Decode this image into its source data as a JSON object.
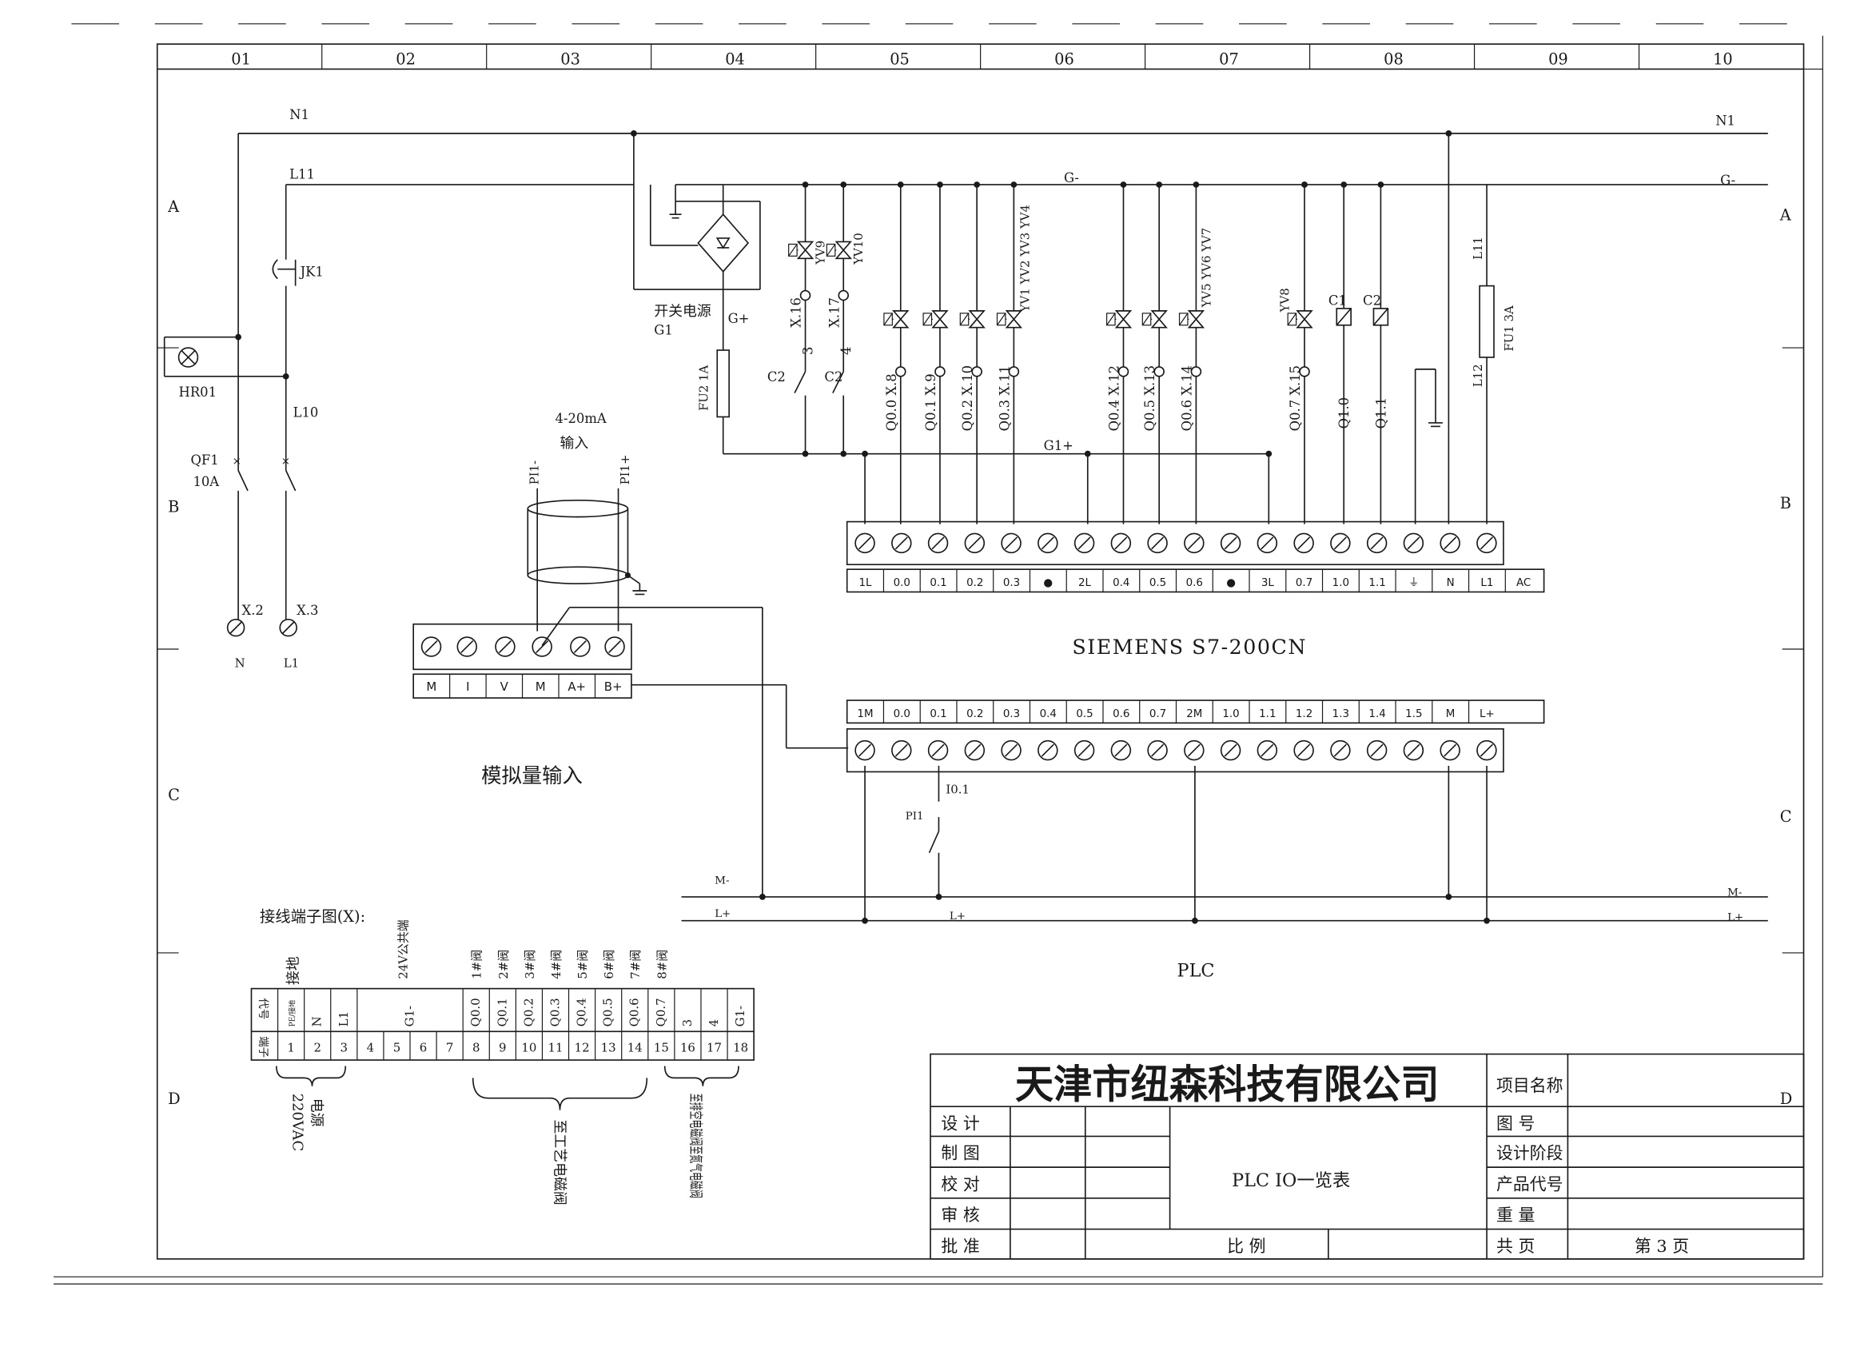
{
  "grid": {
    "columns": [
      "01",
      "02",
      "03",
      "04",
      "05",
      "06",
      "07",
      "08",
      "09",
      "10"
    ],
    "rows": [
      "A",
      "B",
      "C",
      "D"
    ]
  },
  "bus": {
    "n1": "N1",
    "l11": "L11",
    "g_minus": "G-",
    "g1_plus": "G1+",
    "m_minus": "M-",
    "l_plus": "L+"
  },
  "left": {
    "jk1": "JK1",
    "hr01": "HR01",
    "l10": "L10",
    "qf1": "QF1",
    "qf1_rating": "10A",
    "x2": "X.2",
    "x3": "X.3",
    "n": "N",
    "l1": "L1"
  },
  "power_supply": {
    "name": "开关电源",
    "tag": "G1",
    "g_plus": "G+",
    "fu2": "FU2 1A"
  },
  "top_valves": [
    {
      "x": "X.16",
      "tag": "YV9",
      "num": "3"
    },
    {
      "x": "X.17",
      "tag": "YV10",
      "num": "4"
    }
  ],
  "c2_left": "C2",
  "c2_right": "C2",
  "output_columns": [
    {
      "addr": "Q0.0",
      "x": "X.8"
    },
    {
      "addr": "Q0.1",
      "x": "X.9"
    },
    {
      "addr": "Q0.2",
      "x": "X.10"
    },
    {
      "addr": "Q0.3",
      "x": "X.11"
    },
    {
      "addr": "Q0.4",
      "x": "X.12"
    },
    {
      "addr": "Q0.5",
      "x": "X.13"
    },
    {
      "addr": "Q0.6",
      "x": "X.14"
    },
    {
      "addr": "Q0.7",
      "x": "X.15"
    }
  ],
  "yv_groups": [
    "YV1 YV2 YV3 YV4",
    "YV5 YV6 YV7",
    "YV8"
  ],
  "coils": [
    {
      "name": "C1",
      "addr": "Q1.0"
    },
    {
      "name": "C2",
      "addr": "Q1.1"
    }
  ],
  "fuse_fu1": "FU1 3A",
  "l11_v": "L11",
  "l12_v": "L12",
  "analog": {
    "range": "4-20mA",
    "label": "输入",
    "pi_minus": "PI1-",
    "pi_plus": "PI1+",
    "terminals": [
      "M",
      "I",
      "V",
      "M",
      "A+",
      "B+"
    ],
    "title": "模拟量输入"
  },
  "plc_out_terminals": [
    "1L",
    "0.0",
    "0.1",
    "0.2",
    "0.3",
    "●",
    "2L",
    "0.4",
    "0.5",
    "0.6",
    "●",
    "3L",
    "0.7",
    "1.0",
    "1.1",
    "⏚",
    "N",
    "L1",
    "AC"
  ],
  "plc_in_terminals": [
    "1M",
    "0.0",
    "0.1",
    "0.2",
    "0.3",
    "0.4",
    "0.5",
    "0.6",
    "0.7",
    "2M",
    "1.0",
    "1.1",
    "1.2",
    "1.3",
    "1.4",
    "1.5",
    "M",
    "L+"
  ],
  "plc_model": "SIEMENS S7-200CN",
  "i01": "I0.1",
  "pi1_contact": "PI1",
  "plc_label": "PLC",
  "terminal_block": {
    "title": "接线端子图(X):",
    "ground_label": "接地",
    "common_label": "24V公共端",
    "valve_labels": [
      "1#阀",
      "2#阀",
      "3#阀",
      "4#阀",
      "5#阀",
      "6#阀",
      "7#阀",
      "8#阀"
    ],
    "row_code": "代号",
    "row_term": "端子",
    "codes": [
      "PE/接地",
      "N",
      "L1",
      "G1-",
      "Q0.0",
      "Q0.1",
      "Q0.2",
      "Q0.3",
      "Q0.4",
      "Q0.5",
      "Q0.6",
      "Q0.7",
      "3",
      "4",
      "G1-"
    ],
    "numbers": [
      "1",
      "2",
      "3",
      "4",
      "5",
      "6",
      "7",
      "8",
      "9",
      "10",
      "11",
      "12",
      "13",
      "14",
      "15",
      "16",
      "17",
      "18"
    ],
    "power_note_1": "电源",
    "power_note_2": "220VAC",
    "valve_note": "至工艺电磁阀",
    "air_note": "至排空电磁阀至氮气电磁阀"
  },
  "title_block": {
    "company": "天津市纽森科技有限公司",
    "rows": [
      "设  计",
      "制  图",
      "校  对",
      "审  核",
      "批  准"
    ],
    "drawing": "PLC IO一览表",
    "scale": "比  例",
    "right_rows": [
      "项目名称",
      "图  号",
      "设计阶段",
      "产品代号",
      "重  量"
    ],
    "total": "共  页",
    "page": "第 3 页"
  }
}
